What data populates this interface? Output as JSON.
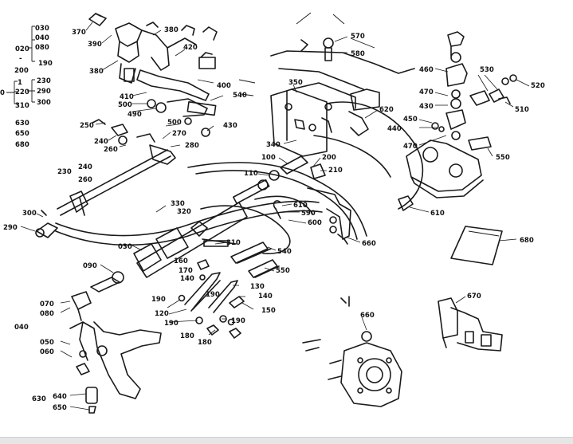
{
  "diagram": {
    "labels": [
      {
        "id": "370",
        "text": "370"
      },
      {
        "id": "390",
        "text": "390"
      },
      {
        "id": "380a",
        "text": "380"
      },
      {
        "id": "380b",
        "text": "380"
      },
      {
        "id": "420",
        "text": "420"
      },
      {
        "id": "400",
        "text": "400"
      },
      {
        "id": "410",
        "text": "410"
      },
      {
        "id": "500a",
        "text": "500"
      },
      {
        "id": "540a",
        "text": "540"
      },
      {
        "id": "490",
        "text": "490"
      },
      {
        "id": "500b",
        "text": "500"
      },
      {
        "id": "430a",
        "text": "430"
      },
      {
        "id": "250",
        "text": "250"
      },
      {
        "id": "240a",
        "text": "240"
      },
      {
        "id": "260a",
        "text": "260"
      },
      {
        "id": "270",
        "text": "270"
      },
      {
        "id": "280",
        "text": "280"
      },
      {
        "id": "230",
        "text": "230"
      },
      {
        "id": "240b",
        "text": "240"
      },
      {
        "id": "260b",
        "text": "260"
      },
      {
        "id": "290",
        "text": "290"
      },
      {
        "id": "300",
        "text": "300"
      },
      {
        "id": "330",
        "text": "330"
      },
      {
        "id": "320",
        "text": "320"
      },
      {
        "id": "030",
        "text": "030"
      },
      {
        "id": "310",
        "text": "310"
      },
      {
        "id": "090",
        "text": "090"
      },
      {
        "id": "160",
        "text": "160"
      },
      {
        "id": "170",
        "text": "170"
      },
      {
        "id": "140a",
        "text": "140"
      },
      {
        "id": "190a",
        "text": "190"
      },
      {
        "id": "190b",
        "text": "190"
      },
      {
        "id": "120",
        "text": "120"
      },
      {
        "id": "190c",
        "text": "190"
      },
      {
        "id": "180a",
        "text": "180"
      },
      {
        "id": "190d",
        "text": "190"
      },
      {
        "id": "180b",
        "text": "180"
      },
      {
        "id": "130",
        "text": "130"
      },
      {
        "id": "140b",
        "text": "140"
      },
      {
        "id": "150",
        "text": "150"
      },
      {
        "id": "070",
        "text": "070"
      },
      {
        "id": "080a",
        "text": "080"
      },
      {
        "id": "040",
        "text": "040"
      },
      {
        "id": "050",
        "text": "050"
      },
      {
        "id": "060",
        "text": "060"
      },
      {
        "id": "630",
        "text": "630"
      },
      {
        "id": "640",
        "text": "640"
      },
      {
        "id": "650",
        "text": "650"
      },
      {
        "id": "570a",
        "text": "570"
      },
      {
        "id": "580",
        "text": "580"
      },
      {
        "id": "350",
        "text": "350"
      },
      {
        "id": "620",
        "text": "620"
      },
      {
        "id": "340",
        "text": "340"
      },
      {
        "id": "100",
        "text": "100"
      },
      {
        "id": "200",
        "text": "200"
      },
      {
        "id": "110",
        "text": "110"
      },
      {
        "id": "210",
        "text": "210"
      },
      {
        "id": "610a",
        "text": "610"
      },
      {
        "id": "590",
        "text": "590"
      },
      {
        "id": "600",
        "text": "600"
      },
      {
        "id": "660",
        "text": "660"
      },
      {
        "id": "540b",
        "text": "540"
      },
      {
        "id": "550a",
        "text": "550"
      },
      {
        "id": "460",
        "text": "460"
      },
      {
        "id": "470a",
        "text": "470"
      },
      {
        "id": "430b",
        "text": "430"
      },
      {
        "id": "450",
        "text": "450"
      },
      {
        "id": "440",
        "text": "440"
      },
      {
        "id": "470b",
        "text": "470"
      },
      {
        "id": "530",
        "text": "530"
      },
      {
        "id": "520",
        "text": "520"
      },
      {
        "id": "510",
        "text": "510"
      },
      {
        "id": "550b",
        "text": "550"
      },
      {
        "id": "610b",
        "text": "610"
      },
      {
        "id": "680",
        "text": "680"
      },
      {
        "id": "670",
        "text": "670"
      },
      {
        "id": "660b",
        "text": "660"
      }
    ],
    "legend": [
      {
        "id": "L030",
        "text": "030"
      },
      {
        "id": "L040",
        "text": "040"
      },
      {
        "id": "L020",
        "text": "020"
      },
      {
        "id": "L080",
        "text": "080"
      },
      {
        "id": "Ldash",
        "text": "-"
      },
      {
        "id": "L190",
        "text": "190"
      },
      {
        "id": "L200",
        "text": "200"
      },
      {
        "id": "L230",
        "text": "230"
      },
      {
        "id": "L1",
        "text": "1"
      },
      {
        "id": "L0",
        "text": "0"
      },
      {
        "id": "L220",
        "text": "220"
      },
      {
        "id": "L290",
        "text": "290"
      },
      {
        "id": "L300",
        "text": "300"
      },
      {
        "id": "L310",
        "text": "310"
      },
      {
        "id": "L630",
        "text": "630"
      },
      {
        "id": "L650",
        "text": "650"
      },
      {
        "id": "L680",
        "text": "680"
      }
    ]
  },
  "colors": {
    "ink": "#1a1a1a",
    "background": "#ffffff",
    "bottom_strip": "#e6e6e6"
  }
}
